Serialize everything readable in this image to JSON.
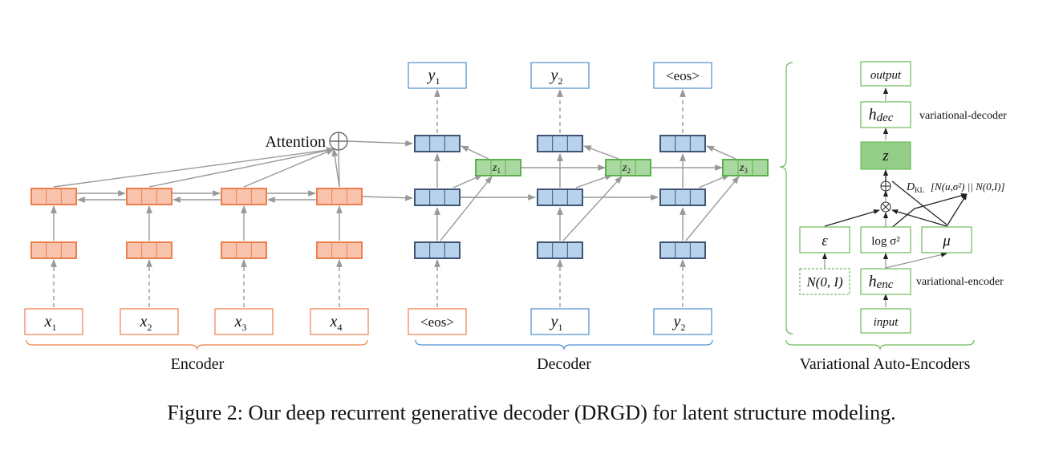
{
  "encoder": {
    "inputs": [
      "x",
      "x",
      "x",
      "x"
    ],
    "input_subscripts": [
      "1",
      "2",
      "3",
      "4"
    ],
    "label": "Encoder"
  },
  "decoder": {
    "inputs": [
      "<eos>",
      "y",
      "y"
    ],
    "input_subscripts": [
      "",
      "1",
      "2"
    ],
    "outputs": [
      "y",
      "y",
      "<eos>"
    ],
    "output_subscripts": [
      "1",
      "2",
      ""
    ],
    "latent": [
      "z",
      "z",
      "z"
    ],
    "latent_subscripts": [
      "1",
      "2",
      "3"
    ],
    "attention_label": "Attention",
    "label": "Decoder"
  },
  "vae": {
    "output": "output",
    "h_dec": "h",
    "h_dec_sub": "dec",
    "h_dec_note": "variational-decoder",
    "z": "z",
    "kl": "D",
    "kl_sub": "KL",
    "kl_expr": "[N(u,σ²) || N(0,I)]",
    "epsilon": "ε",
    "logsigma": "log σ²",
    "mu": "μ",
    "noise": "N(0, I)",
    "h_enc": "h",
    "h_enc_sub": "enc",
    "h_enc_note": "variational-encoder",
    "input": "input",
    "label": "Variational Auto-Encoders"
  },
  "caption": "Figure 2: Our deep recurrent generative decoder (DRGD) for latent structure modeling.",
  "colors": {
    "encoder_fill": "#F9C4AE",
    "encoder_stroke": "#EE7F4C",
    "decoder_fill": "#B7D3EC",
    "decoder_stroke": "#3E5474",
    "latent_fill": "#A9D9A0",
    "latent_stroke": "#5DAF4E",
    "io_stroke_blue": "#4D8FD0",
    "arrow": "#999999",
    "vae_box": "#6DBA5C",
    "vae_z_fill": "#93CD88"
  }
}
